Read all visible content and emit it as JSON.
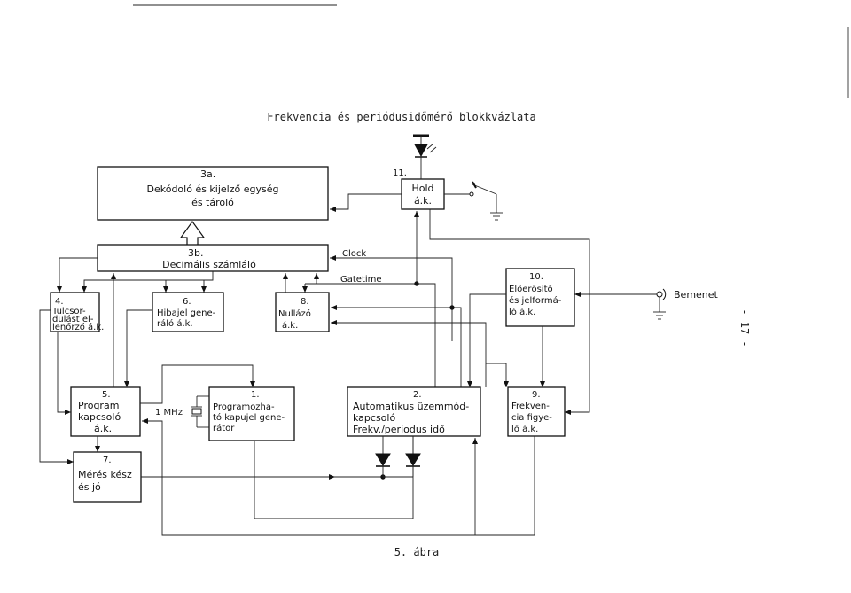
{
  "title": "Frekvencia és periódusidőmérő blokkvázlata",
  "caption": "5. ábra",
  "page_number": "- 17 -",
  "blocks": {
    "b3a": {
      "num": "3a.",
      "line1": "Dekódoló és kijelző egység",
      "line2": "és tároló"
    },
    "b3b": {
      "num": "3b.",
      "line1": "Decimális számláló"
    },
    "b11": {
      "num": "11.",
      "line1": "Hold",
      "line2": "á.k."
    },
    "b4": {
      "num": "4.",
      "line1": "Tulcsor-",
      "line2": "dulást el-",
      "line3": "lenőrző á.k."
    },
    "b6": {
      "num": "6.",
      "line1": "Hibajel gene-",
      "line2": "ráló á.k."
    },
    "b8": {
      "num": "8.",
      "line1": "Nullázó",
      "line2": "á.k."
    },
    "b10": {
      "num": "10.",
      "line1": "Előerősítő",
      "line2": "és jelformá-",
      "line3": "ló á.k."
    },
    "b5": {
      "num": "5.",
      "line1": "Program",
      "line2": "kapcsoló",
      "line3": "á.k."
    },
    "b1": {
      "num": "1.",
      "line1": "Programozha-",
      "line2": "tó kapujel gene-",
      "line3": "rátor"
    },
    "b2": {
      "num": "2.",
      "line1": "Automatikus üzemmód-",
      "line2": "kapcsoló",
      "line3": "Frekv./periodus idő"
    },
    "b9": {
      "num": "9.",
      "line1": "Frekven-",
      "line2": "cia figye-",
      "line3": "lő á.k."
    },
    "b7": {
      "num": "7.",
      "line1": "Mérés kész",
      "line2": "és jó"
    }
  },
  "labels": {
    "clock": "Clock",
    "gatetime": "Gatetime",
    "bemenet": "Bemenet",
    "crystal": "1 MHz"
  }
}
